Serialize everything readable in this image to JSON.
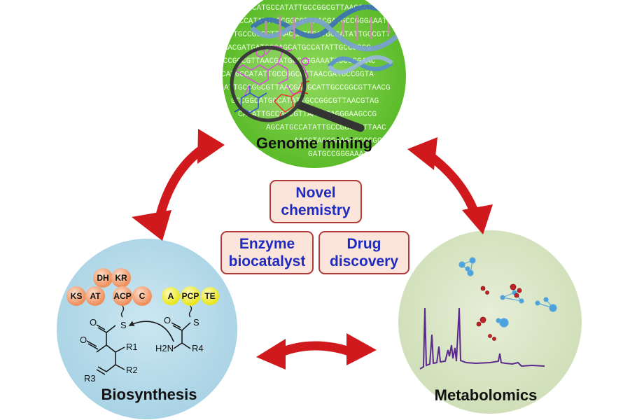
{
  "nodes": {
    "genome_mining": "Genome mining",
    "biosynthesis": "Biosynthesis",
    "metabolomics": "Metabolomics"
  },
  "center": {
    "novel_chemistry": [
      "Novel",
      "chemistry"
    ],
    "enzyme_biocatalyst": [
      "Enzyme",
      "biocatalyst"
    ],
    "drug_discovery": [
      "Drug",
      "discovery"
    ]
  },
  "dna_text": [
    "CATGCCATATTGCCGGCGTTAACGATGCC",
    "GCCATATTGCCGGCGTTAACGATGCCGGGAAATGG",
    "ATTGCCGGCGTTAACGATGCATGCCATATTGCCGTT",
    "TAACGATGATGCCAGCATGCCATATTGCCGGCG",
    "GCCGGCGTTAACGATGCCGGGAAATGGCCGGAAC",
    "CATGCCATATTGCCGGCGTTAACGATGCCGGTA",
    "ATTGCCGGCGTTAACGATGCATTGCCGGCGTTAACG",
    "GCCGGCATGCCATATTGCCGGCGTTAACGTAG",
    "CATATTGCCGGCGTTAACGTAGGGAAGCCG",
    "AGCATGCCATATTGCCGGGCGTTAAC",
    "AACGTAGGGAAGCCCCGGCCC",
    "GATGCCGGGAAATGGCCG"
  ],
  "pks_domains": [
    "DH",
    "KR",
    "KS",
    "AT",
    "ACP",
    "C"
  ],
  "nrps_domains": [
    "A",
    "PCP",
    "TE"
  ],
  "chem_labels": [
    "O",
    "S",
    "O",
    "S",
    "O",
    "R1",
    "R2",
    "R3",
    "H2N",
    "R4"
  ],
  "colors": {
    "arrow": "#d0191d",
    "genome_circle": "#64c52e",
    "biosynthesis_circle": "#b6dcea",
    "metabolomics_circle": "#dbe8c9",
    "box_fill": "#fbe4d9",
    "box_border": "#b23a3a",
    "box_text": "#1f2bbf",
    "pks_domain": "#f3a57a",
    "nrps_domain": "#f6f43a",
    "spectrum": "#5b2a8c"
  }
}
